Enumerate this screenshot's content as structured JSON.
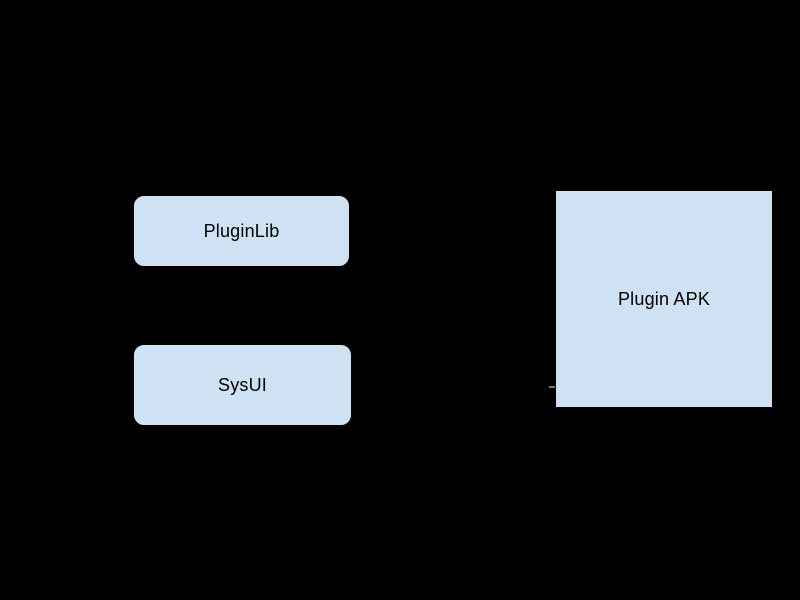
{
  "diagram": {
    "background_color": "#000000",
    "node_fill_color": "#cfe2f3",
    "node_border_color": "#000000",
    "node_text_color": "#000000",
    "connector_remnant_color": "#7a7a7a",
    "nodes": [
      {
        "id": "pluginlib",
        "label": "PluginLib",
        "shape": "rounded-rectangle"
      },
      {
        "id": "sysui",
        "label": "SysUI",
        "shape": "rounded-rectangle"
      },
      {
        "id": "plugin-apk",
        "label": "Plugin APK",
        "shape": "rectangle"
      }
    ]
  }
}
